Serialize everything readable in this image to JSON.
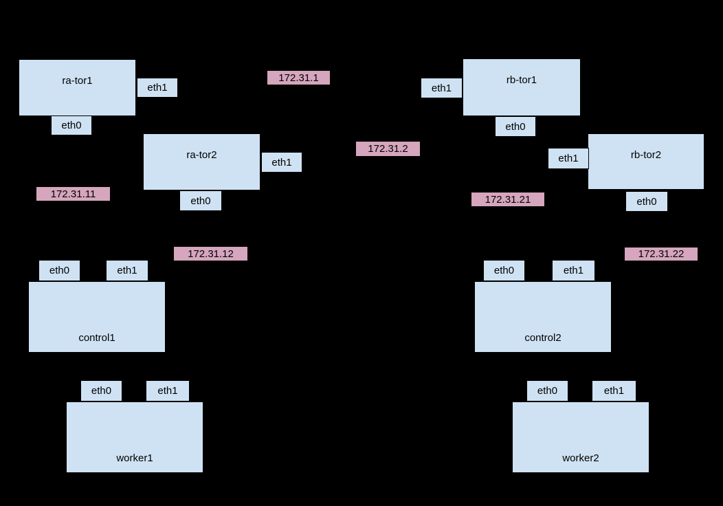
{
  "colors": {
    "background": "#000000",
    "node_fill": "#cfe2f3",
    "node_border": "#000000",
    "ip_label_fill": "#d5a6bd",
    "text": "#000000"
  },
  "nodes": {
    "ra_tor1": {
      "label": "ra-tor1",
      "eth0": "eth0",
      "eth1": "eth1"
    },
    "ra_tor2": {
      "label": "ra-tor2",
      "eth0": "eth0",
      "eth1": "eth1"
    },
    "rb_tor1": {
      "label": "rb-tor1",
      "eth0": "eth0",
      "eth1": "eth1"
    },
    "rb_tor2": {
      "label": "rb-tor2",
      "eth0": "eth0",
      "eth1": "eth1"
    },
    "control1": {
      "label": "control1",
      "eth0": "eth0",
      "eth1": "eth1"
    },
    "control2": {
      "label": "control2",
      "eth0": "eth0",
      "eth1": "eth1"
    },
    "worker1": {
      "label": "worker1",
      "eth0": "eth0",
      "eth1": "eth1"
    },
    "worker2": {
      "label": "worker2",
      "eth0": "eth0",
      "eth1": "eth1"
    }
  },
  "ip_labels": {
    "net1": "172.31.1",
    "net2": "172.31.2",
    "net11": "172.31.11",
    "net12": "172.31.12",
    "net21": "172.31.21",
    "net22": "172.31.22"
  }
}
